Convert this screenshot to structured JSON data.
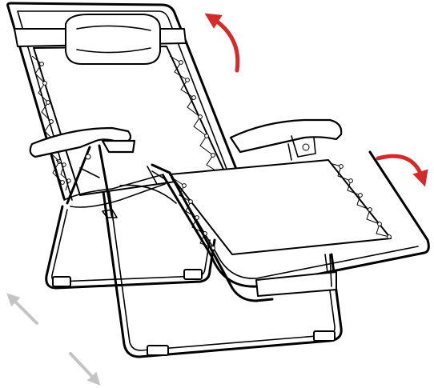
{
  "figure": {
    "subject": "zero-gravity-recliner-chair",
    "colors": {
      "line": "#000000",
      "background": "#ffffff",
      "motion_arrow": "#d62a2a",
      "adjust_arrow": "#c4c4c4"
    },
    "arrows": [
      {
        "name": "backrest-recline-arrow",
        "color": "#d62a2a",
        "direction": "counterclockwise"
      },
      {
        "name": "footrest-raise-arrow",
        "color": "#d62a2a",
        "direction": "clockwise"
      },
      {
        "name": "length-adjust-arrow",
        "color": "#c4c4c4",
        "direction": "bidirectional-diagonal"
      }
    ]
  }
}
